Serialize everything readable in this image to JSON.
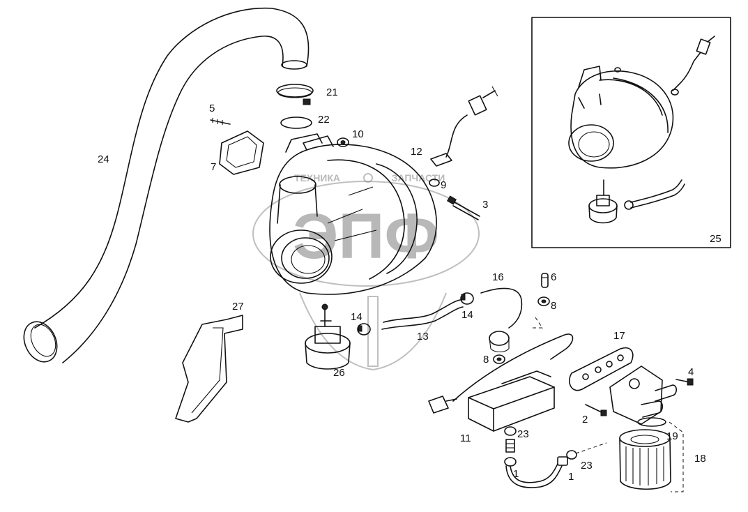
{
  "watermark": {
    "letters": "ЭПФ",
    "left_text": "ТЕХНИКА",
    "right_text": "ЗАПЧАСТИ"
  },
  "labels": {
    "p1a": "1",
    "p1b": "1",
    "p2": "2",
    "p3": "3",
    "p4": "4",
    "p5": "5",
    "p6": "6",
    "p7": "7",
    "p8a": "8",
    "p8b": "8",
    "p9": "9",
    "p10": "10",
    "p11": "11",
    "p12": "12",
    "p13": "13",
    "p14a": "14",
    "p14b": "14",
    "p16": "16",
    "p17": "17",
    "p18": "18",
    "p19": "19",
    "p21": "21",
    "p22": "22",
    "p23a": "23",
    "p23b": "23",
    "p24": "24",
    "p25": "25",
    "p26": "26",
    "p27": "27"
  }
}
